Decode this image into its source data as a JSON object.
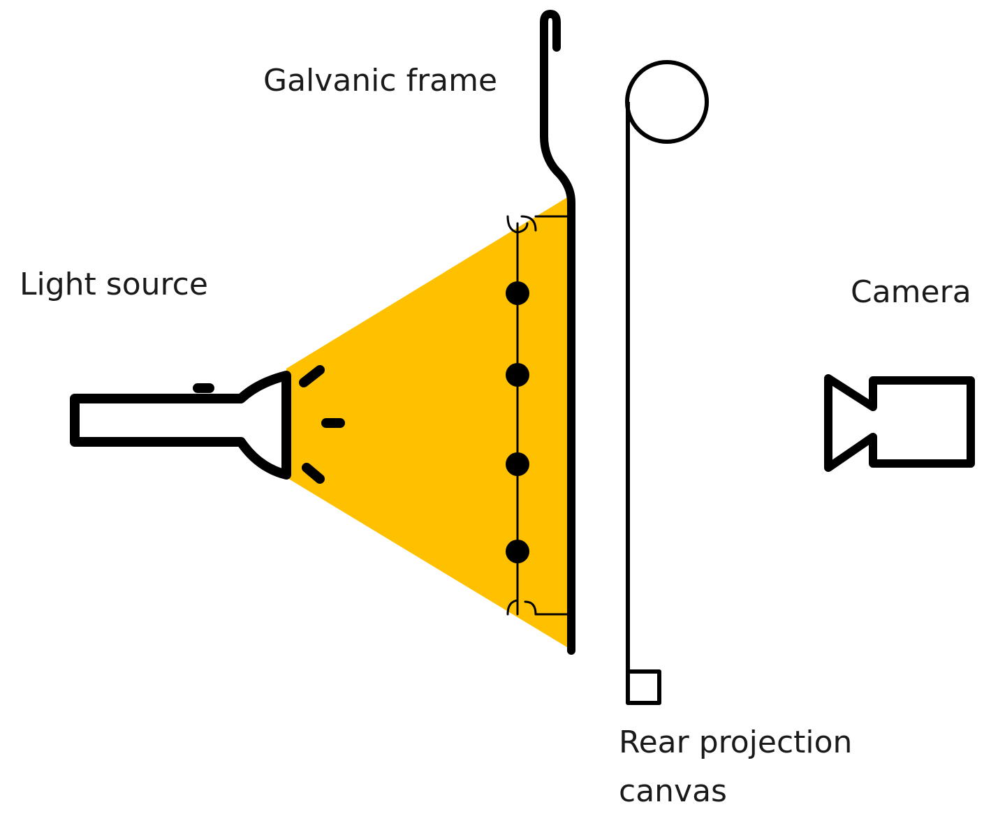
{
  "labels": {
    "galvanic_frame": "Galvanic frame",
    "light_source": "Light source",
    "camera": "Camera",
    "rear_projection_line1": "Rear projection",
    "rear_projection_line2": "canvas"
  },
  "colors": {
    "light_beam": "#FFC000",
    "stroke": "#000000",
    "background": "#FFFFFF"
  },
  "icons": {
    "light_source": "flashlight-icon",
    "camera": "video-camera-icon"
  }
}
